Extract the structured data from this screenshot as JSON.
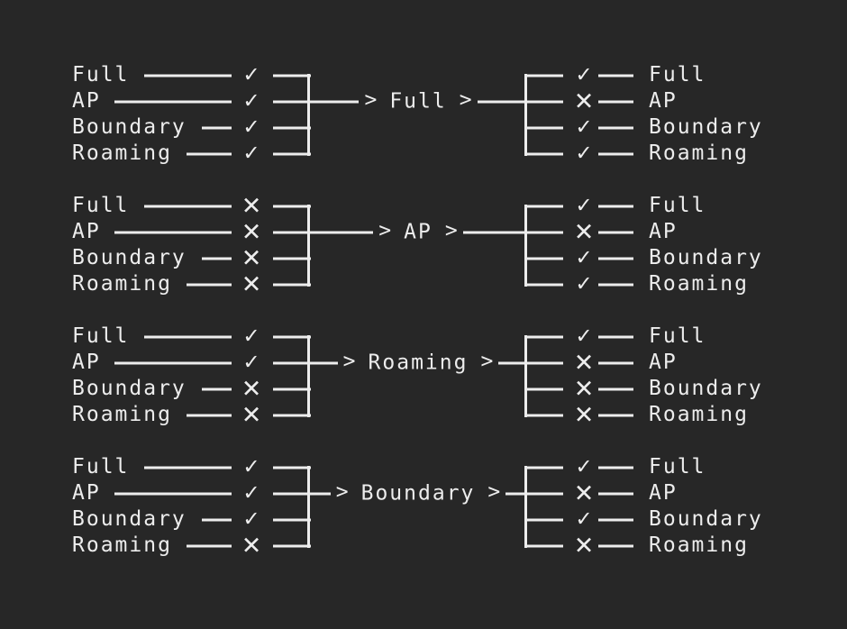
{
  "colors": {
    "background": "#272727",
    "foreground": "#ededed"
  },
  "diagram": {
    "states": [
      "Full",
      "AP",
      "Boundary",
      "Roaming"
    ],
    "allowed_symbol": "✓",
    "denied_symbol": "✕",
    "chevron": ">",
    "groups": [
      {
        "target": "Full",
        "left": {
          "rows": [
            {
              "label": "Full",
              "mark": "✓"
            },
            {
              "label": "AP",
              "mark": "✓"
            },
            {
              "label": "Boundary",
              "mark": "✓"
            },
            {
              "label": "Roaming",
              "mark": "✓"
            }
          ]
        },
        "right": {
          "rows": [
            {
              "label": "Full",
              "mark": "✓"
            },
            {
              "label": "AP",
              "mark": "✕"
            },
            {
              "label": "Boundary",
              "mark": "✓"
            },
            {
              "label": "Roaming",
              "mark": "✓"
            }
          ]
        }
      },
      {
        "target": "AP",
        "left": {
          "rows": [
            {
              "label": "Full",
              "mark": "✕"
            },
            {
              "label": "AP",
              "mark": "✕"
            },
            {
              "label": "Boundary",
              "mark": "✕"
            },
            {
              "label": "Roaming",
              "mark": "✕"
            }
          ]
        },
        "right": {
          "rows": [
            {
              "label": "Full",
              "mark": "✓"
            },
            {
              "label": "AP",
              "mark": "✕"
            },
            {
              "label": "Boundary",
              "mark": "✓"
            },
            {
              "label": "Roaming",
              "mark": "✓"
            }
          ]
        }
      },
      {
        "target": "Roaming",
        "left": {
          "rows": [
            {
              "label": "Full",
              "mark": "✓"
            },
            {
              "label": "AP",
              "mark": "✓"
            },
            {
              "label": "Boundary",
              "mark": "✕"
            },
            {
              "label": "Roaming",
              "mark": "✕"
            }
          ]
        },
        "right": {
          "rows": [
            {
              "label": "Full",
              "mark": "✓"
            },
            {
              "label": "AP",
              "mark": "✕"
            },
            {
              "label": "Boundary",
              "mark": "✕"
            },
            {
              "label": "Roaming",
              "mark": "✕"
            }
          ]
        }
      },
      {
        "target": "Boundary",
        "left": {
          "rows": [
            {
              "label": "Full",
              "mark": "✓"
            },
            {
              "label": "AP",
              "mark": "✓"
            },
            {
              "label": "Boundary",
              "mark": "✓"
            },
            {
              "label": "Roaming",
              "mark": "✕"
            }
          ]
        },
        "right": {
          "rows": [
            {
              "label": "Full",
              "mark": "✓"
            },
            {
              "label": "AP",
              "mark": "✕"
            },
            {
              "label": "Boundary",
              "mark": "✓"
            },
            {
              "label": "Roaming",
              "mark": "✕"
            }
          ]
        }
      }
    ]
  }
}
